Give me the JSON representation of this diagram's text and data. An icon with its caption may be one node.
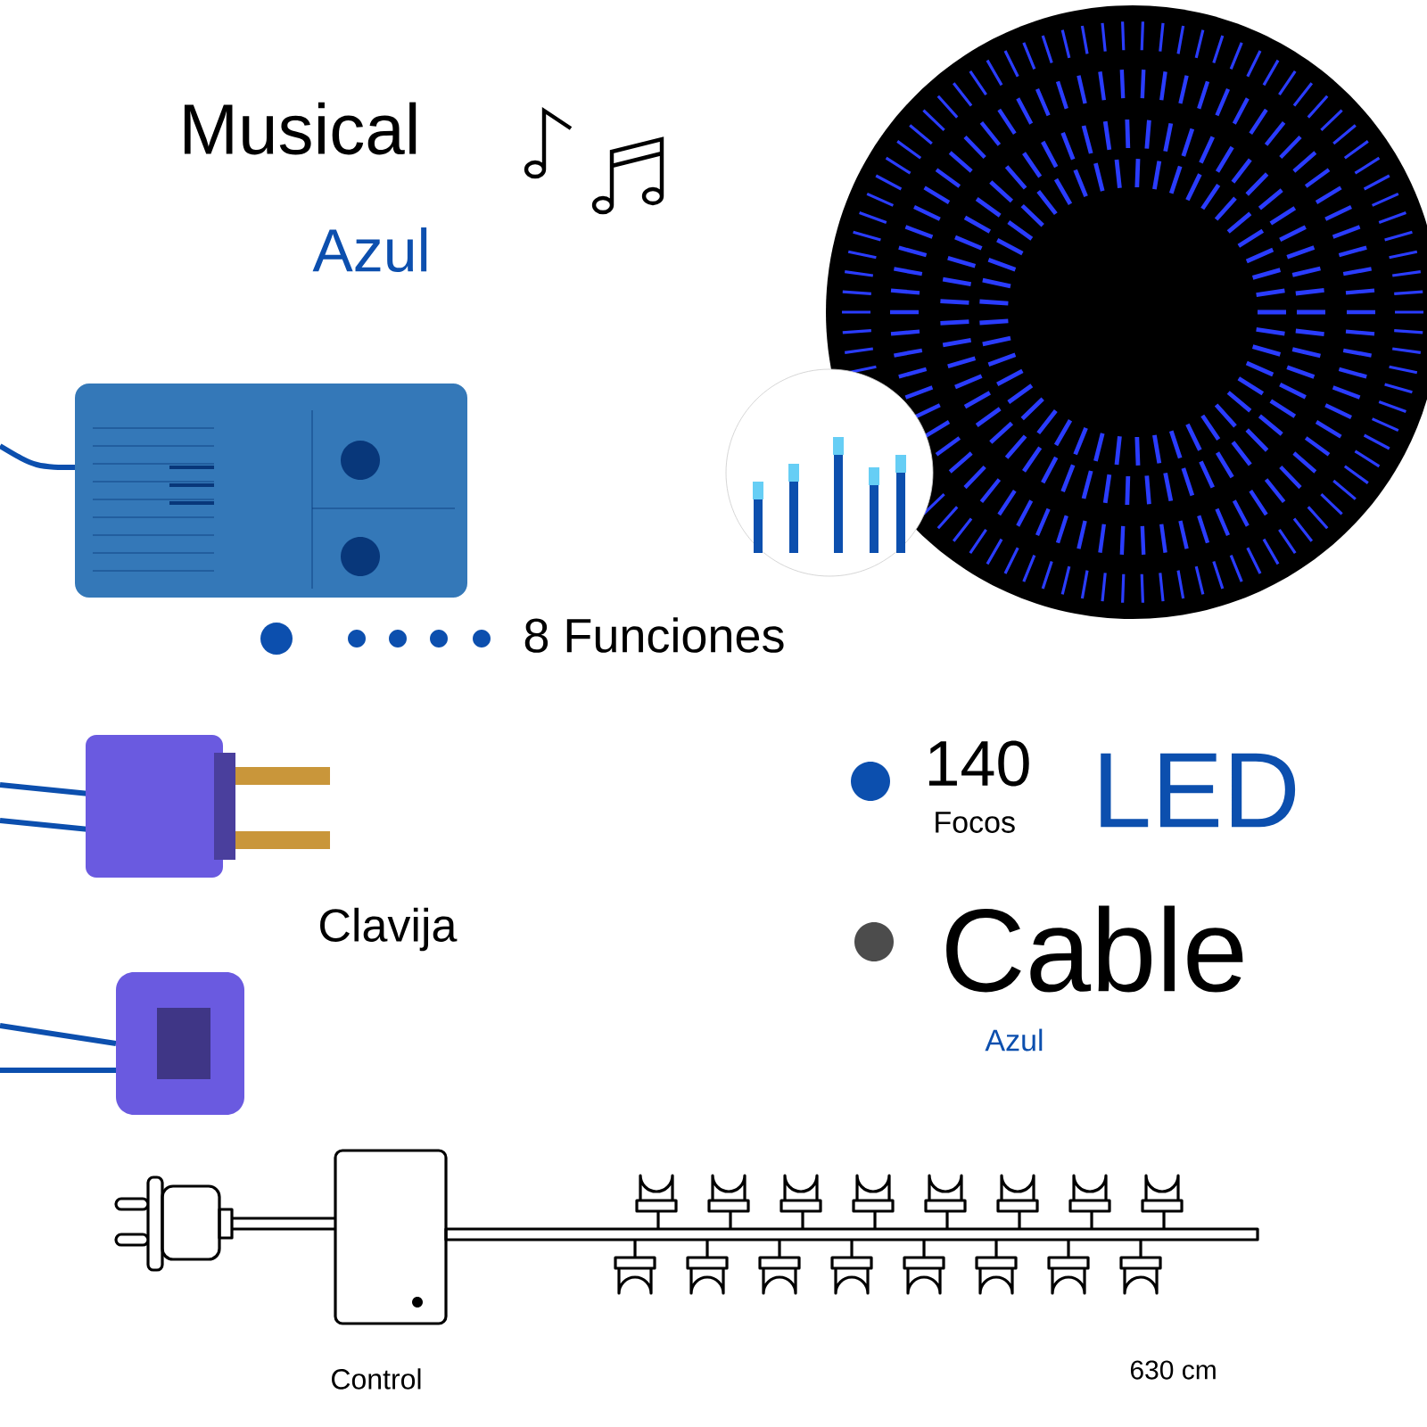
{
  "diagram": {
    "labels": [
      "Musical",
      "Azul",
      "8 Funciones",
      "140",
      "Focos",
      "LED",
      "Clavija",
      "Cable",
      "Azul",
      "Control",
      "630 cm"
    ]
  }
}
